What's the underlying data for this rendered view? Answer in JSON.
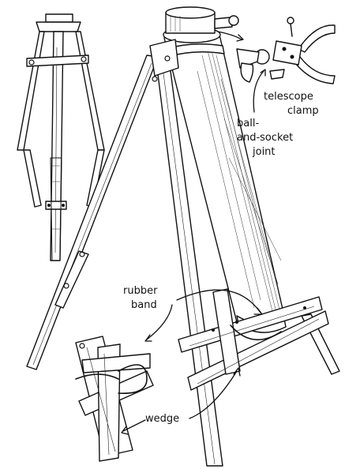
{
  "labels": {
    "telescope": "telescope",
    "clamp": "clamp",
    "ball": "ball-",
    "and_socket": "and-socket",
    "joint": "joint",
    "rubber": "rubber",
    "band": "band",
    "wedge": "wedge"
  },
  "colors": {
    "ink": "#111111",
    "paper": "#ffffff"
  }
}
